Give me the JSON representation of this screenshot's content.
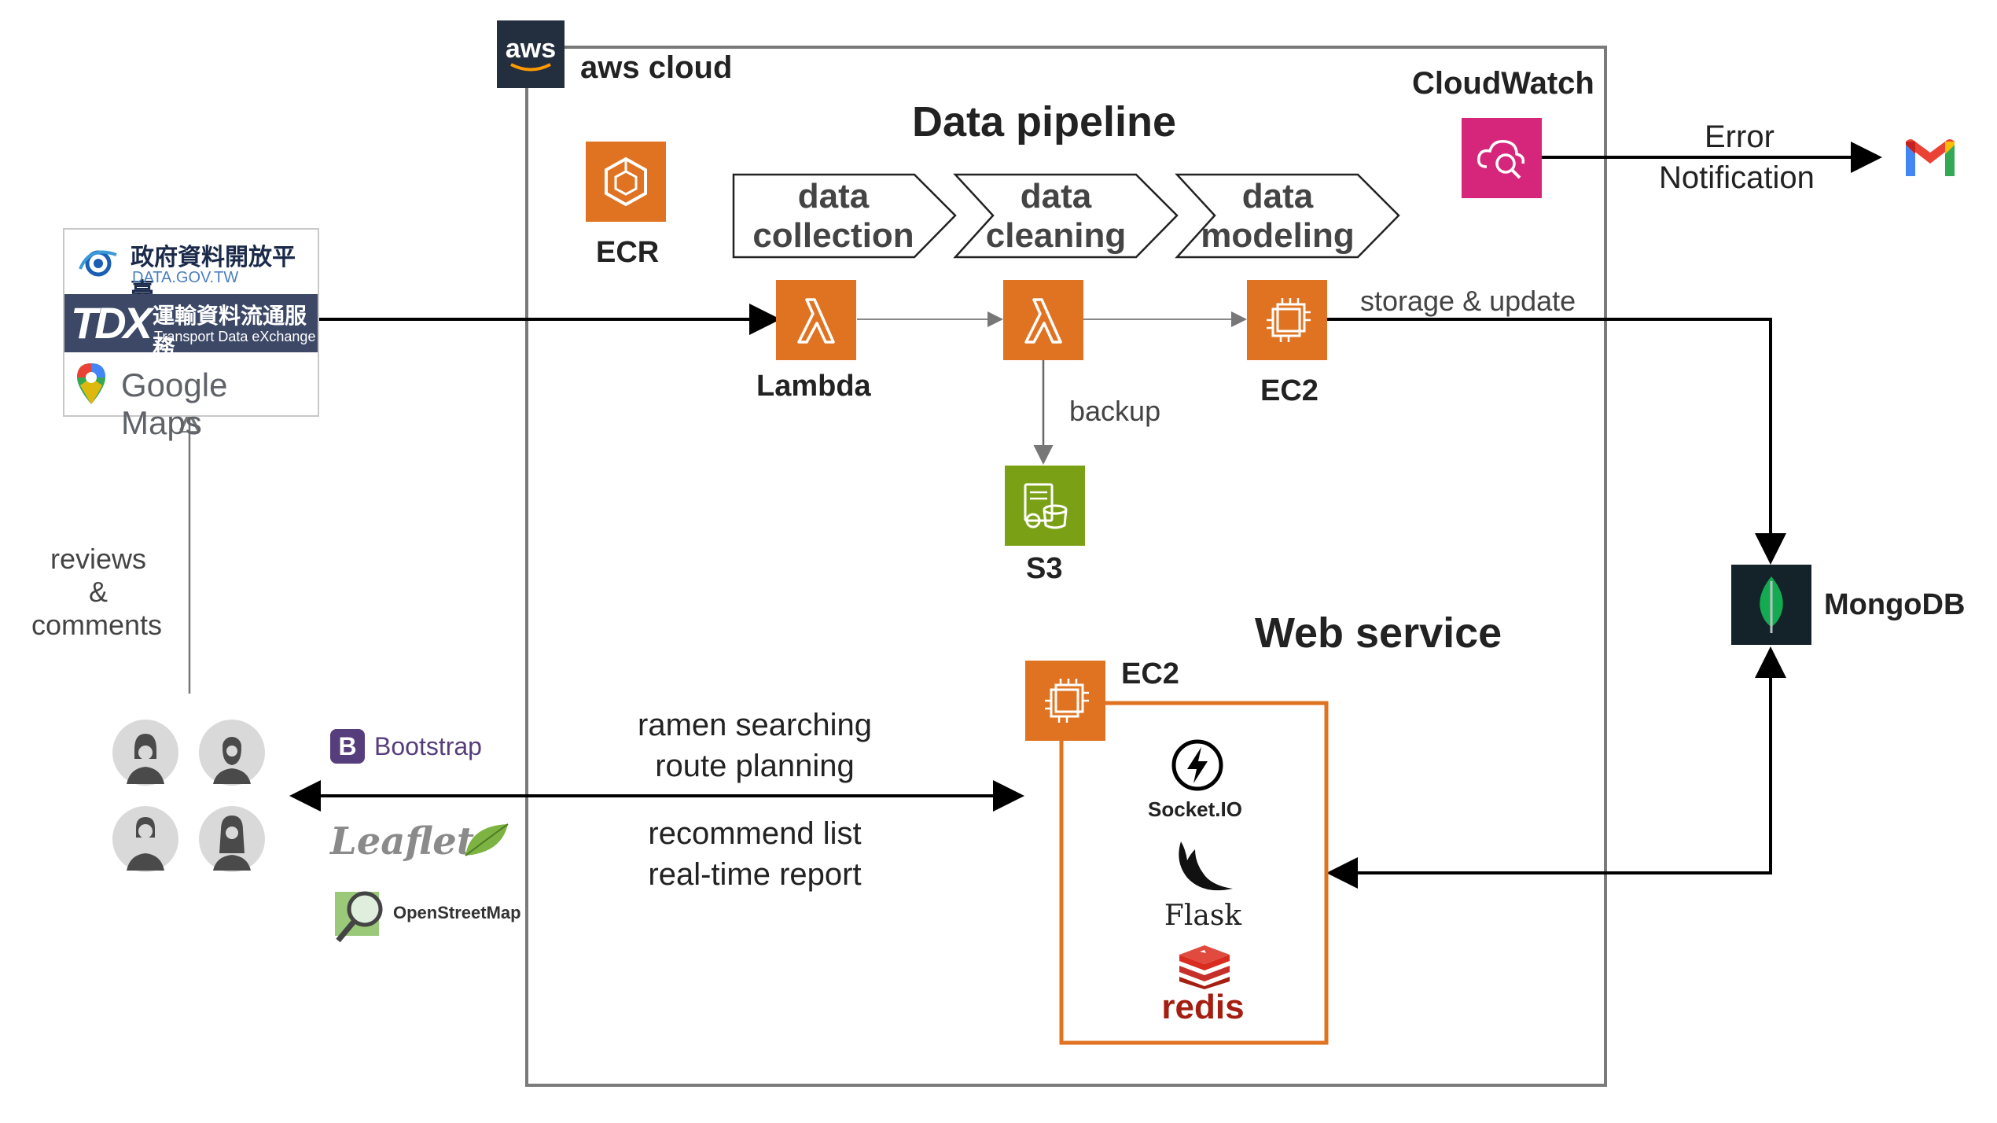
{
  "aws": {
    "badge": "aws",
    "cloud_label": "aws cloud"
  },
  "pipeline": {
    "title": "Data pipeline",
    "stages": [
      "data\ncollection",
      "data\ncleaning",
      "data\nmodeling"
    ],
    "ecr_label": "ECR",
    "lambda_label": "Lambda",
    "ec2_label": "EC2",
    "s3_label": "S3",
    "backup_label": "backup",
    "storage_label": "storage & update"
  },
  "cloudwatch": {
    "label": "CloudWatch",
    "notify_line1": "Error",
    "notify_line2": "Notification"
  },
  "sources": {
    "gov_cn": "政府資料開放平臺",
    "gov_en": "DATA.GOV.TW",
    "tdx_logo": "TDX",
    "tdx_cn": "運輸資料流通服務",
    "tdx_en": "Transport Data eXchange",
    "gmaps": "Google Maps"
  },
  "users": {
    "reviews_line1": "reviews",
    "reviews_line2": "&",
    "reviews_line3": "comments"
  },
  "frontend": {
    "bootstrap": "Bootstrap",
    "leaflet": "Leaflet",
    "osm": "OpenStreetMap"
  },
  "web": {
    "title": "Web service",
    "ec2_label": "EC2",
    "req_line1": "ramen searching",
    "req_line2": "route planning",
    "resp_line1": "recommend list",
    "resp_line2": "real-time report",
    "socketio": "Socket.IO",
    "flask": "Flask",
    "redis": "redis"
  },
  "mongodb": {
    "label": "MongoDB"
  },
  "colors": {
    "aws_orange": "#e07322",
    "s3_green": "#7aa116",
    "cloudwatch_pink": "#d6267b",
    "mongo_dark": "#142329",
    "redis_red": "#c6302b"
  }
}
